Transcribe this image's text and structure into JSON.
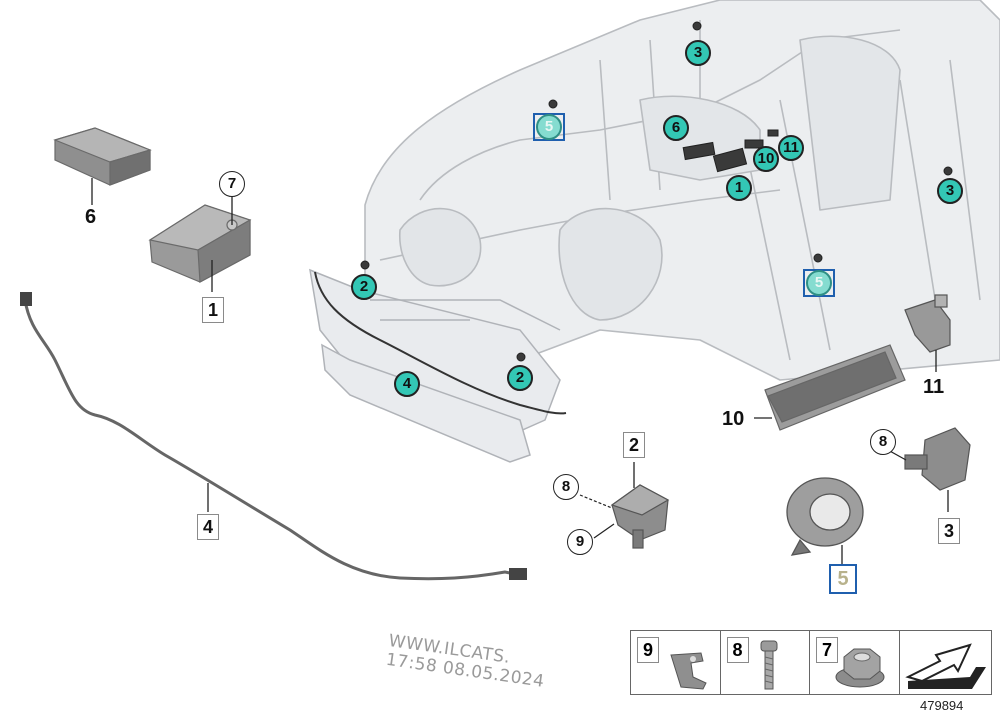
{
  "watermark": {
    "line1": "WWW.ILCATS.",
    "line2": "17:58  08.05.2024"
  },
  "diagram_id": "479894",
  "legend": [
    {
      "number": "9",
      "icon": "bracket-clip-icon"
    },
    {
      "number": "8",
      "icon": "bolt-icon"
    },
    {
      "number": "7",
      "icon": "hex-nut-icon"
    },
    {
      "number": "",
      "icon": "arrow-forward-icon"
    }
  ],
  "part_labels": {
    "p6": "6",
    "p7": "7",
    "p1": "1",
    "p4": "4",
    "p2": "2",
    "p8a": "8",
    "p9": "9",
    "p5": "5",
    "p10": "10",
    "p11": "11",
    "p8b": "8",
    "p3": "3"
  },
  "hotspots": {
    "h3a": "3",
    "h5a": "5",
    "h6": "6",
    "h11": "11",
    "h10": "10",
    "h1": "1",
    "h3b": "3",
    "h5b": "5",
    "h2a": "2",
    "h4": "4",
    "h2b": "2"
  },
  "colors": {
    "hotspot_fill": "#33c7b5",
    "highlight_frame": "#1f5fae"
  }
}
